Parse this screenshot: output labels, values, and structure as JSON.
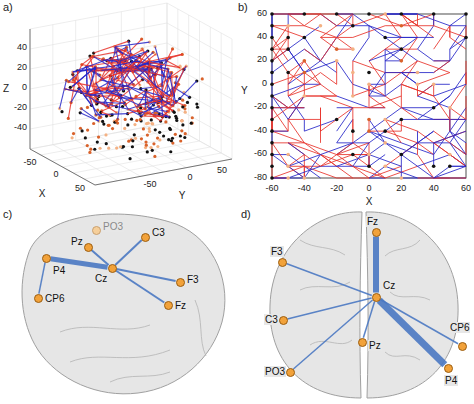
{
  "diagram": {
    "nodes": [
      {
        "text": [
          "PO3"
        ]
      },
      {
        "text": [
          "Pz"
        ]
      },
      {
        "text": [
          "C3"
        ]
      },
      {
        "text": [
          "Cz"
        ]
      },
      {
        "text": [
          "P4"
        ]
      },
      {
        "text": [
          "CP6"
        ]
      },
      {
        "text": [
          "F3"
        ]
      },
      {
        "text": [
          "Fz"
        ]
      },
      {
        "text": [
          "F3"
        ]
      },
      {
        "text": [
          "Fz"
        ]
      },
      {
        "text": [
          "C3"
        ]
      },
      {
        "text": [
          "Cz"
        ]
      },
      {
        "text": [
          "Pz"
        ]
      },
      {
        "text": [
          "PO3"
        ]
      },
      {
        "text": [
          "P4"
        ]
      },
      {
        "text": [
          "CP6"
        ]
      }
    ],
    "edges": [
      {
        "from": 3,
        "to": 4,
        "arrow": "none"
      },
      {
        "from": 3,
        "to": 1,
        "arrow": "none"
      },
      {
        "from": 3,
        "to": 2,
        "arrow": "none"
      },
      {
        "from": 3,
        "to": 6,
        "arrow": "none"
      },
      {
        "from": 3,
        "to": 7,
        "arrow": "none"
      },
      {
        "from": 4,
        "to": 5,
        "arrow": "none"
      },
      {
        "from": 11,
        "to": 9,
        "arrow": "none"
      },
      {
        "from": 11,
        "to": 8,
        "arrow": "none"
      },
      {
        "from": 11,
        "to": 10,
        "arrow": "none"
      },
      {
        "from": 11,
        "to": 13,
        "arrow": "none"
      },
      {
        "from": 11,
        "to": 12,
        "arrow": "none"
      },
      {
        "from": 11,
        "to": 14,
        "arrow": "none"
      },
      {
        "from": 11,
        "to": 15,
        "arrow": "none"
      }
    ],
    "labels": [
      "a)",
      "Z",
      "40",
      "20",
      "0",
      "-20",
      "-40",
      "X",
      "-50",
      "0",
      "50",
      "Y",
      "-50",
      "0",
      "50",
      "b)",
      "Y",
      "60",
      "40",
      "20",
      "0",
      "-20",
      "-40",
      "-60",
      "-80",
      "X",
      "-60",
      "-40",
      "-20",
      "0",
      "20",
      "40",
      "60",
      "c)",
      "d)"
    ]
  }
}
